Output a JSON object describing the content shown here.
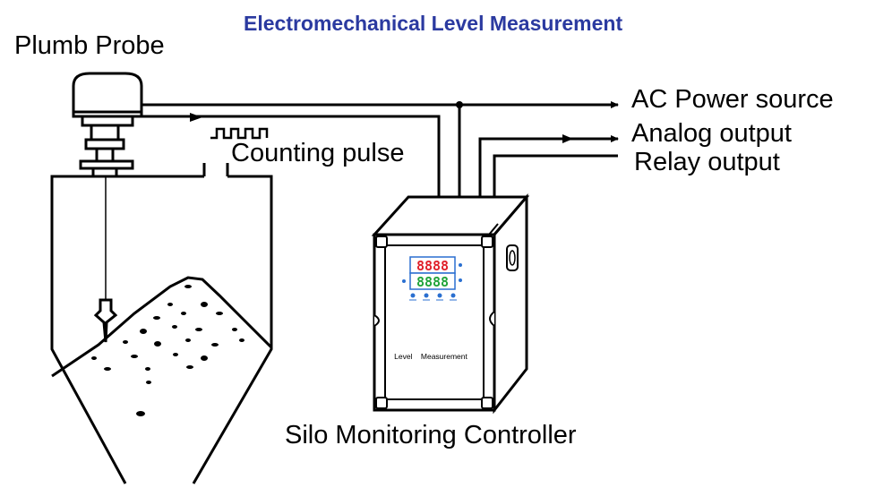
{
  "title": "Electromechanical Level Measurement",
  "labels": {
    "plumb_probe": "Plumb Probe",
    "counting_pulse": "Counting pulse",
    "ac_power": "AC Power source",
    "analog_output": "Analog output",
    "relay_output": "Relay output",
    "controller": "Silo Monitoring Controller",
    "panel_text": "Level    Measurement"
  },
  "display": {
    "top_readout": "8888",
    "bottom_readout": "8888"
  },
  "colors": {
    "title": "#2b3aa0",
    "line": "#000000",
    "display_red": "#e0202a",
    "display_green": "#1fa33a",
    "display_border": "#2a6fd0"
  },
  "icons": [
    "plumb-probe-icon",
    "silo-icon",
    "controller-box-icon",
    "pulse-train-icon"
  ]
}
